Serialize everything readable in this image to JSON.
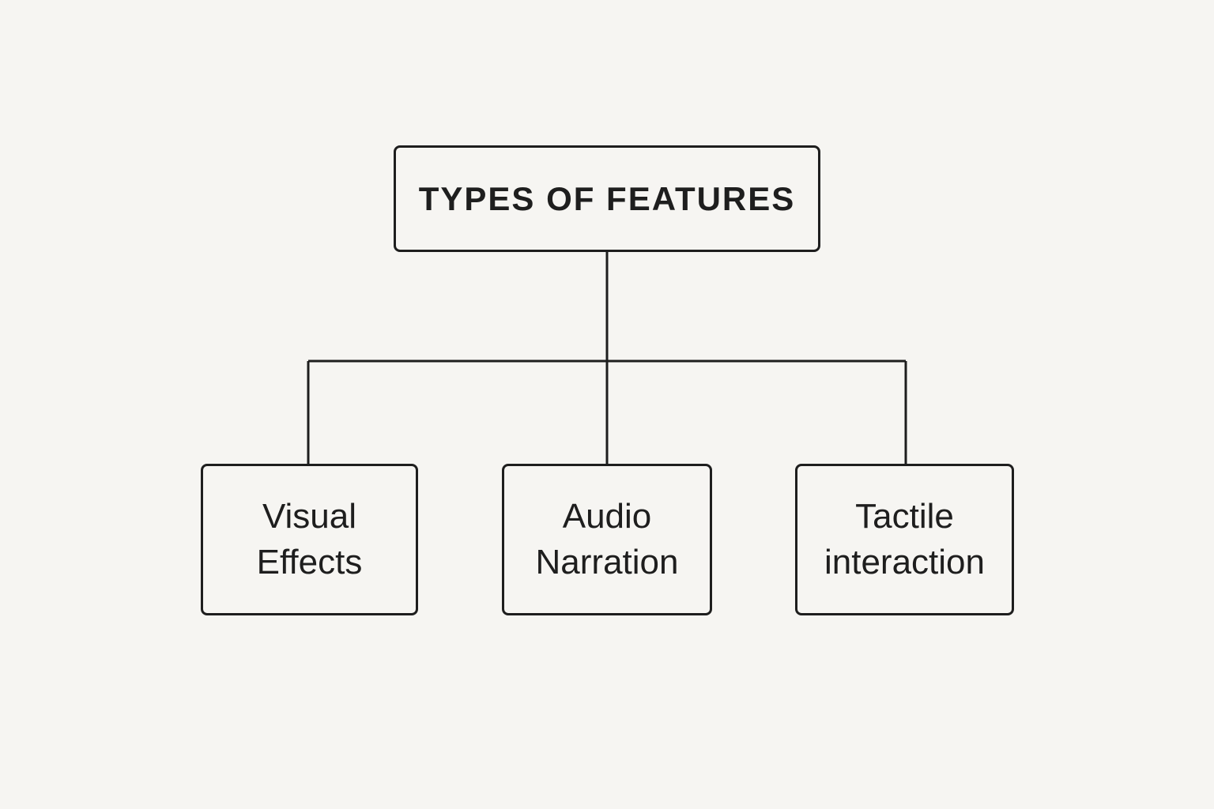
{
  "diagram": {
    "root": {
      "label": "TYPES OF FEATURES"
    },
    "children": [
      {
        "label": "Visual\nEffects"
      },
      {
        "label": "Audio\nNarration"
      },
      {
        "label": "Tactile\ninteraction"
      }
    ],
    "colors": {
      "background": "#f6f5f2",
      "stroke": "#1e1e1e",
      "text": "#1e1e1e"
    }
  }
}
